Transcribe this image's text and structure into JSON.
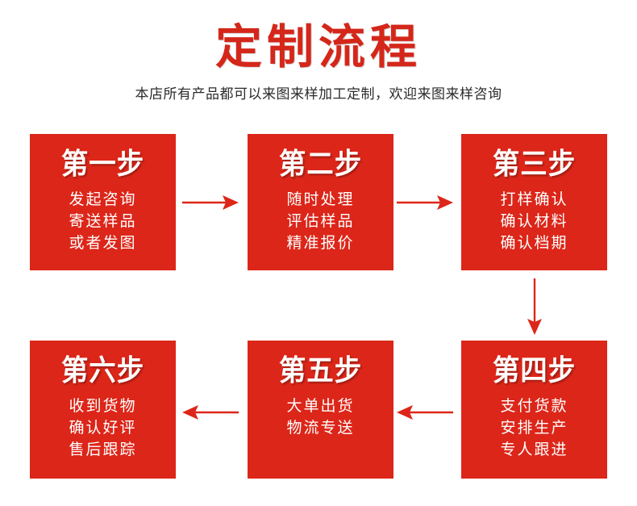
{
  "header": {
    "title": "定制流程",
    "subtitle": "本店所有产品都可以来图来样加工定制，欢迎来图来样咨询",
    "title_color": "#d4271a",
    "subtitle_color": "#2b2b2b"
  },
  "theme": {
    "box_red": "#dc2619",
    "arrow_red": "#dc2619",
    "box_text": "#ffffff",
    "page_background": "#ffffff"
  },
  "steps": [
    {
      "heading": "第一步",
      "lines": [
        "发起咨询",
        "寄送样品",
        "或者发图"
      ]
    },
    {
      "heading": "第二步",
      "lines": [
        "随时处理",
        "评估样品",
        "精准报价"
      ]
    },
    {
      "heading": "第三步",
      "lines": [
        "打样确认",
        "确认材料",
        "确认档期"
      ]
    },
    {
      "heading": "第四步",
      "lines": [
        "支付货款",
        "安排生产",
        "专人跟进"
      ]
    },
    {
      "heading": "第五步",
      "lines": [
        "大单出货",
        "物流专送"
      ]
    },
    {
      "heading": "第六步",
      "lines": [
        "收到货物",
        "确认好评",
        "售后跟踪"
      ]
    }
  ],
  "arrows": [
    {
      "name": "arrow-right-step1-step2",
      "direction": "right"
    },
    {
      "name": "arrow-right-step2-step3",
      "direction": "right"
    },
    {
      "name": "arrow-down-step3-step4",
      "direction": "down"
    },
    {
      "name": "arrow-left-step4-step5",
      "direction": "left"
    },
    {
      "name": "arrow-left-step5-step6",
      "direction": "left"
    }
  ]
}
